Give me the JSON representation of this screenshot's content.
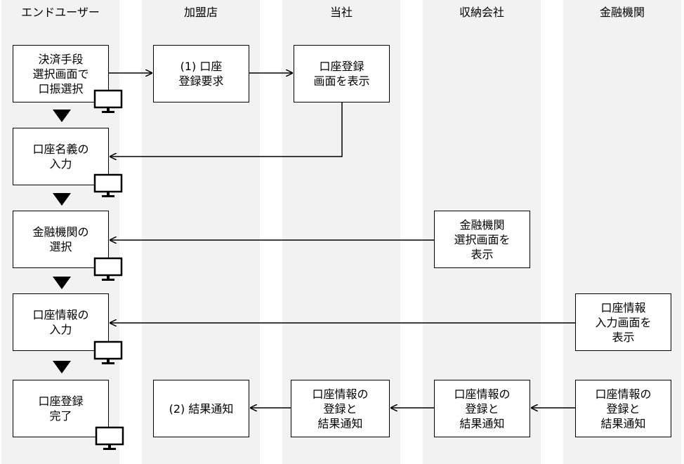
{
  "lanes": {
    "end_user": "エンドユーザー",
    "merchant": "加盟店",
    "company": "当社",
    "collection_agency": "収納会社",
    "bank": "金融機関"
  },
  "steps": {
    "eu_select_payment": "決済手段\n選択画面で\n口振選択",
    "eu_input_name": "口座名義の\n入力",
    "eu_select_bank": "金融機関の\n選択",
    "eu_input_account": "口座情報の\n入力",
    "eu_complete": "口座登録\n完了",
    "merchant_request": "(1) 口座\n登録要求",
    "merchant_result": "(2) 結果通知",
    "company_show_screen": "口座登録\n画面を表示",
    "company_register_notify": "口座情報の\n登録と\n結果通知",
    "agency_bank_screen": "金融機関\n選択画面を\n表示",
    "agency_register_notify": "口座情報の\n登録と\n結果通知",
    "bank_input_screen": "口座情報\n入力画面を\n表示",
    "bank_register_notify": "口座情報の\n登録と\n結果通知"
  },
  "icons": {
    "monitor": "monitor-icon",
    "down_triangle": "down-triangle-icon",
    "arrow": "arrow-connector"
  },
  "colors": {
    "lane_background": "#f2f2f2",
    "box_border": "#000000",
    "box_fill": "#ffffff"
  }
}
